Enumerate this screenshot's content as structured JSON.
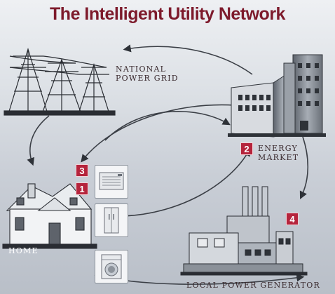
{
  "title": "The Intelligent Utility Network",
  "labels": {
    "grid_line1": "NATIONAL",
    "grid_line2": "POWER GRID",
    "market_line1": "ENERGY",
    "market_line2": "MARKET",
    "home": "HOME",
    "generator": "LOCAL POWER GENERATOR"
  },
  "badges": {
    "b1": "1",
    "b2": "2",
    "b3": "3",
    "b4": "4"
  },
  "colors": {
    "title": "#7d1a2b",
    "badge": "#b5243c",
    "arrow": "#3b3f46"
  },
  "icons": [
    "transmission-tower-icon",
    "office-building-icon",
    "house-icon",
    "factory-icon",
    "air-conditioner-icon",
    "refrigerator-icon",
    "washing-machine-icon"
  ]
}
